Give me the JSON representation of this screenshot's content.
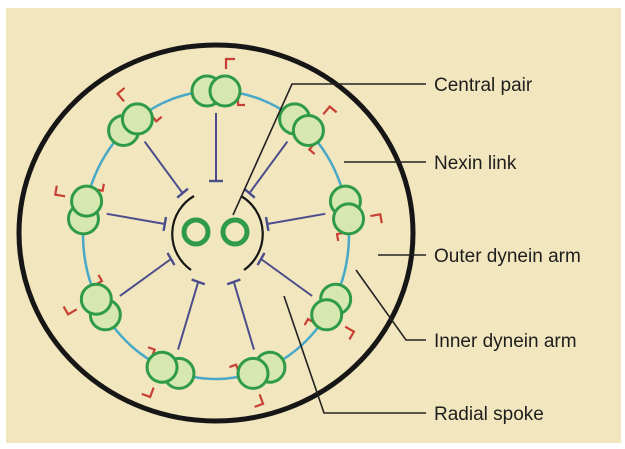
{
  "labels": {
    "central_pair": "Central pair",
    "nexin_link": "Nexin link",
    "outer_dynein_arm": "Outer dynein arm",
    "inner_dynein_arm": "Inner dynein arm",
    "radial_spoke": "Radial spoke"
  },
  "doublet_count": 9,
  "colors": {
    "background": "#f1e6bd",
    "membrane": "#161616",
    "microtubule": "#2f9b48",
    "microtubule_fill": "#d7e7b0",
    "nexin": "#47a8c8",
    "dynein": "#c84034",
    "spoke": "#4a4c8c",
    "leader": "#222222"
  }
}
